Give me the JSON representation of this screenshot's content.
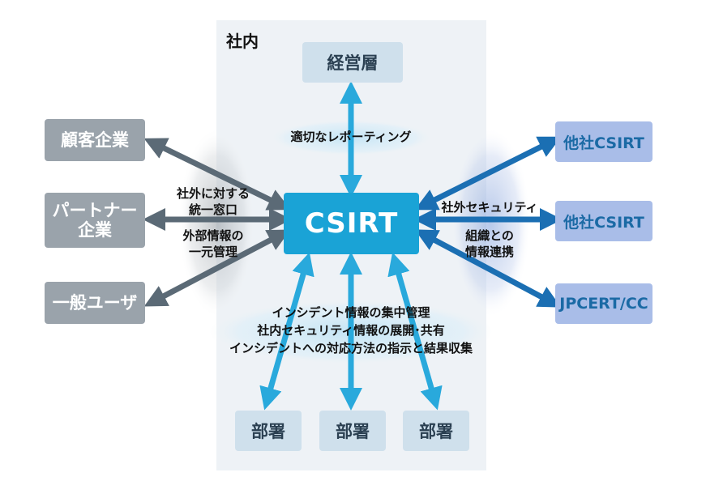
{
  "inhouse_label": "社内",
  "management": "経営層",
  "csirt": "CSIRT",
  "reporting": "適切なレポーティング",
  "left_boxes": [
    {
      "label": "顧客企業"
    },
    {
      "label": "パートナー\n企業"
    },
    {
      "label": "一般ユーザ"
    }
  ],
  "left_text": {
    "line1": "社外に対する",
    "line2": "統一窓口",
    "line3": "外部情報の",
    "line4": "一元管理"
  },
  "right_boxes": [
    {
      "label": "他社CSIRT"
    },
    {
      "label": "他社CSIRT"
    },
    {
      "label": "JPCERT/CC"
    }
  ],
  "right_text": {
    "line1": "社外セキュリティ",
    "line2": "組織との",
    "line3": "情報連携"
  },
  "bottom_text": {
    "line1": "インシデント情報の集中管理",
    "line2": "社内セキュリティ情報の展開･共有",
    "line3": "インシデントへの対応方法の指示と結果収集"
  },
  "departments": [
    {
      "label": "部署"
    },
    {
      "label": "部署"
    },
    {
      "label": "部署"
    }
  ],
  "colors": {
    "left_arrow": "#5b6a76",
    "right_arrow": "#1b6fb3",
    "center_arrow": "#29a9dc",
    "csirt": "#1aa3d6"
  }
}
